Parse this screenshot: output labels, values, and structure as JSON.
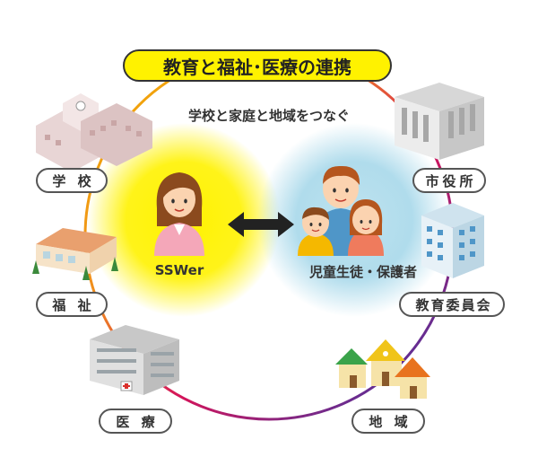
{
  "title": "教育と福祉･医療の連携",
  "subtitle": "学校と家庭と地域をつなぐ",
  "center": {
    "left_label": "SSWer",
    "right_label": "児童生徒・保護者"
  },
  "nodes": {
    "school": "学 校",
    "welfare": "福 祉",
    "medical": "医 療",
    "city_hall": "市役所",
    "board_of_education": "教育委員会",
    "community": "地 域"
  },
  "colors": {
    "title_bg": "#fff200",
    "yellow_glow": "#fff200",
    "blue_glow": "#9fd3e6",
    "ring_start": "#f2b200",
    "ring_mid": "#d4145a",
    "ring_end": "#2e3192"
  }
}
